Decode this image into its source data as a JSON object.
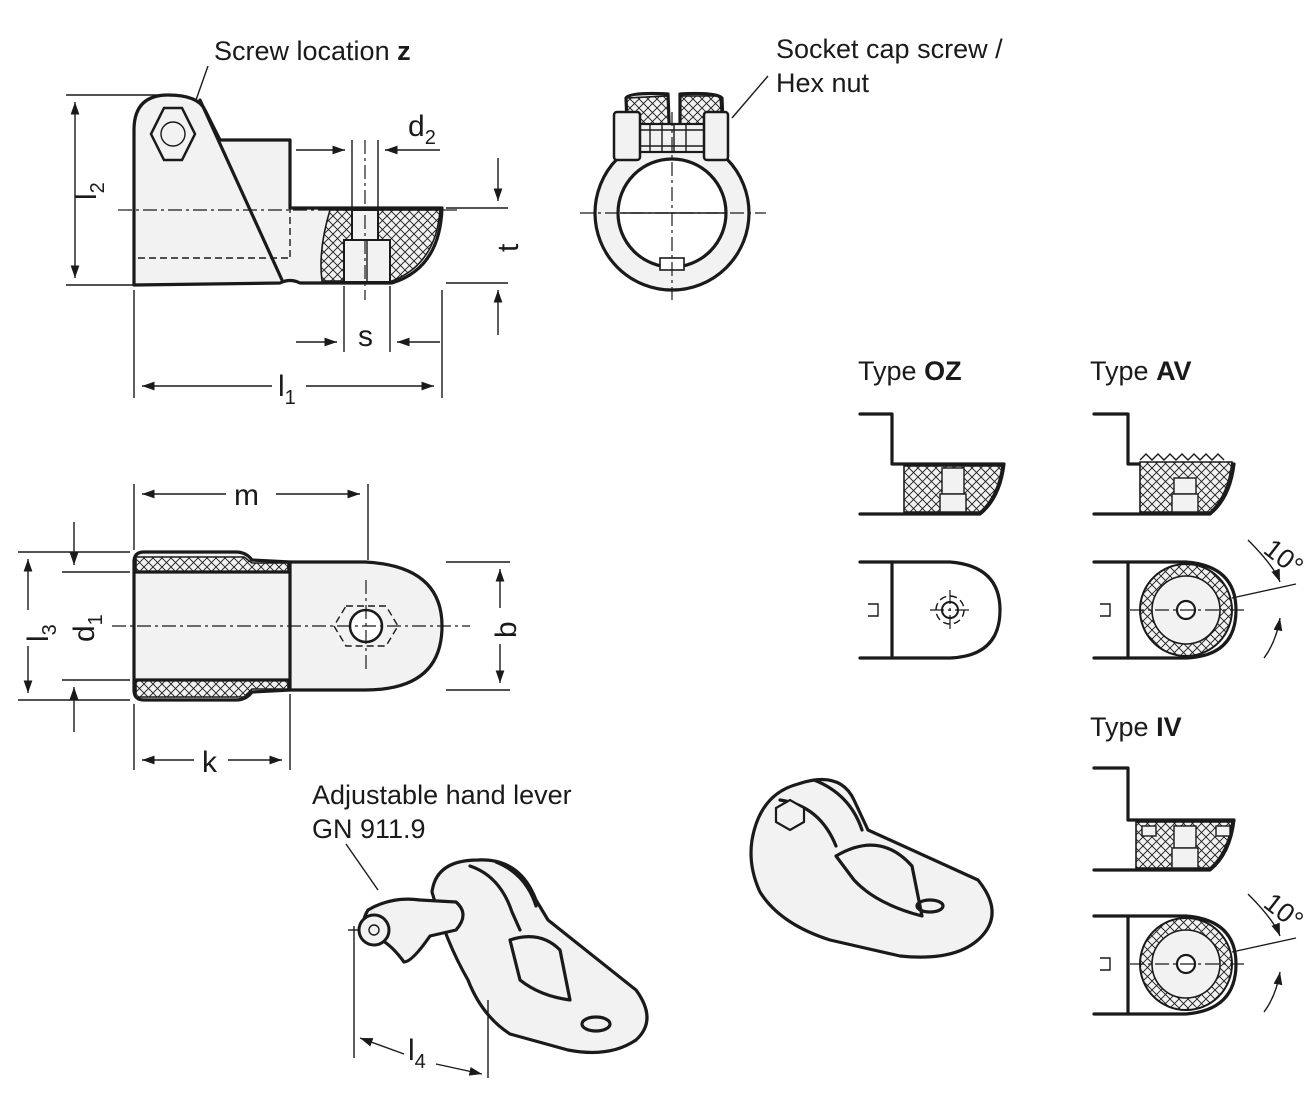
{
  "labels": {
    "screw_location": "Screw location",
    "screw_location_var": "z",
    "socket_cap_line1": "Socket cap screw /",
    "socket_cap_line2": "Hex nut",
    "hand_lever_line1": "Adjustable hand lever",
    "hand_lever_line2": "GN 911.9",
    "type_prefix": "Type",
    "type_oz": "OZ",
    "type_av": "AV",
    "type_iv": "IV",
    "angle_av": "10°",
    "angle_iv": "10°"
  },
  "dimensions": {
    "l2": {
      "main": "l",
      "sub": "2"
    },
    "d2": {
      "main": "d",
      "sub": "2"
    },
    "t": {
      "main": "t"
    },
    "s": {
      "main": "s"
    },
    "l1": {
      "main": "l",
      "sub": "1"
    },
    "m": {
      "main": "m"
    },
    "l3": {
      "main": "l",
      "sub": "3"
    },
    "d1": {
      "main": "d",
      "sub": "1"
    },
    "b": {
      "main": "b"
    },
    "k": {
      "main": "k"
    },
    "l4": {
      "main": "l",
      "sub": "4"
    }
  }
}
